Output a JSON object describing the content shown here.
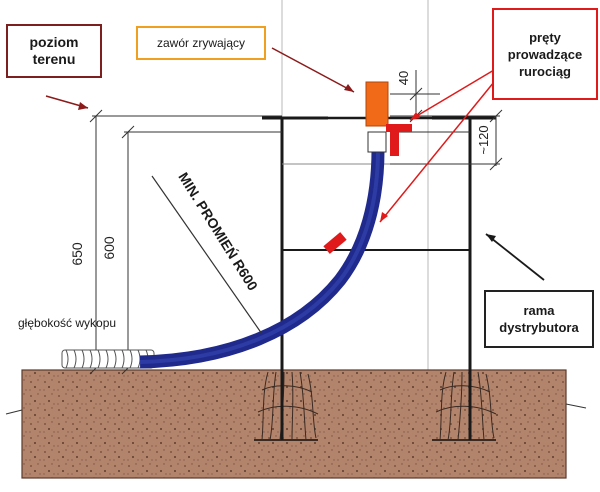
{
  "labels": {
    "poziom_terenu": "poziom\nterenu",
    "zawor_zrywajacy": "zawór zrywający",
    "prety_prowadzace": "pręty\nprowadzące\nrurociąg",
    "rama_dystrybutora": "rama\ndystrybutora",
    "glebokosc_wykopu": "głębokość wykopu",
    "min_promien": "MIN. PROMIEŃ R600"
  },
  "dimensions": {
    "dim_650": "650",
    "dim_600": "600",
    "dim_40": "40",
    "dim_120": "~120"
  },
  "colors": {
    "pipe": "#1f2a8c",
    "valve": "#f06a18",
    "guide_rod": "#e01a1a",
    "soil": "#b08068",
    "frame": "#1a1a1a"
  }
}
